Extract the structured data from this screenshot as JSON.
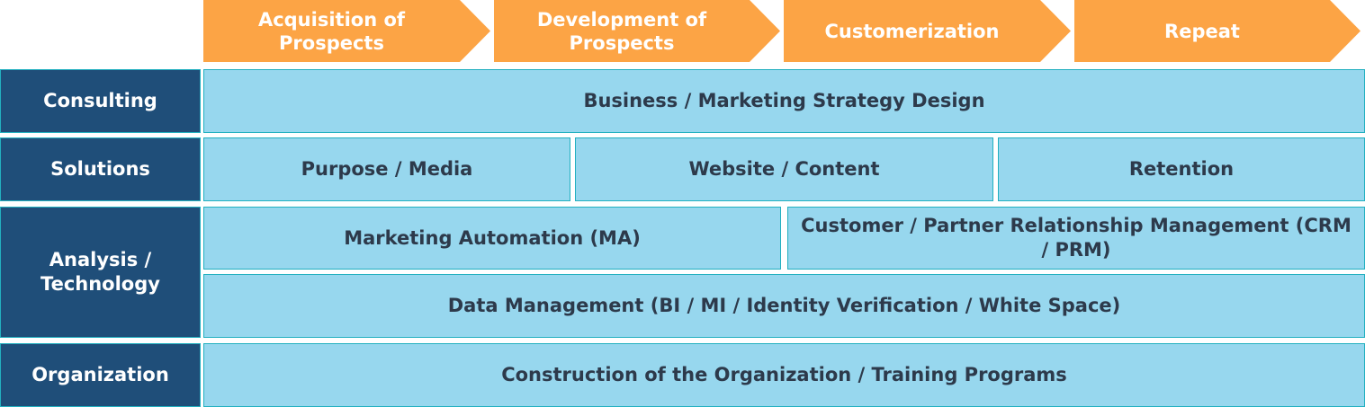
{
  "phases": [
    "Acquisition of Prospects",
    "Development of Prospects",
    "Customerization",
    "Repeat"
  ],
  "rows": {
    "consulting": {
      "label": "Consulting",
      "cells": [
        "Business / Marketing Strategy Design"
      ]
    },
    "solutions": {
      "label": "Solutions",
      "cells": [
        "Purpose / Media",
        "Website / Content",
        "Retention"
      ]
    },
    "analysis": {
      "label": "Analysis / Technology",
      "cells": [
        "Marketing Automation (MA)",
        "Customer / Partner Relationship Management (CRM / PRM)",
        "Data Management (BI / MI / Identity Verification / White Space)"
      ]
    },
    "organization": {
      "label": "Organization",
      "cells": [
        "Construction of the Organization / Training Programs"
      ]
    }
  },
  "colors": {
    "phase": "#FCA445",
    "label": "#1F4E79",
    "cell": "#97D7EE",
    "border": "#22B0C0"
  }
}
